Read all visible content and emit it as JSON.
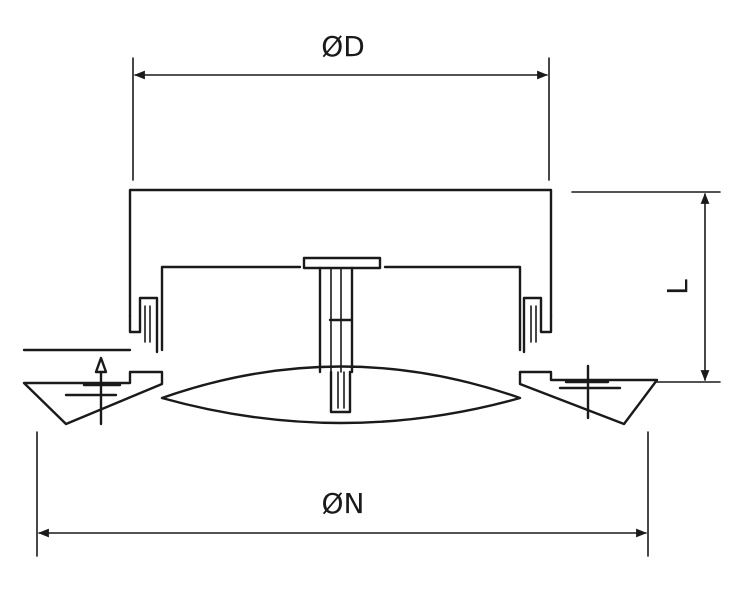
{
  "dimensions": {
    "diameter_d": "ØD",
    "diameter_n": "ØN",
    "length": "L"
  }
}
